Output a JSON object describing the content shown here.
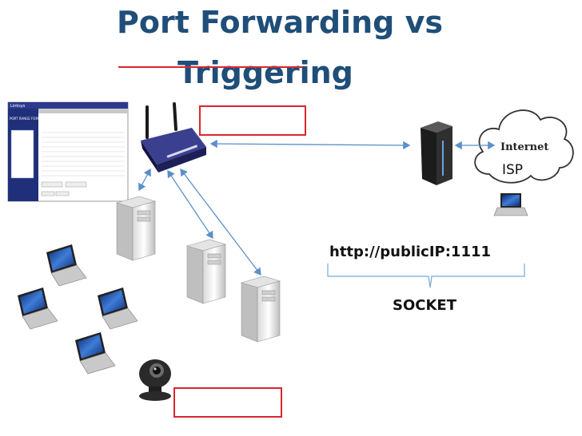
{
  "slide": {
    "title_line1": "Port Forwarding vs",
    "title_line2": "Triggering",
    "url_label": "http://publicIP:1111",
    "socket_label": "SOCKET",
    "isp_label": "ISP",
    "cloud_label": "Internet",
    "router_panel_title": "PORT RANGE FORWARDING",
    "router_brand": "Linksys"
  },
  "colors": {
    "title": "#1f4e79",
    "redbox": "#d9262c",
    "arrow": "#5b8fc9",
    "brace": "#7aa7d6"
  },
  "icons": [
    "router-icon",
    "modem-icon",
    "cloud-icon",
    "server-icon",
    "laptop-icon",
    "webcam-icon",
    "screenshot-thumbnail"
  ]
}
